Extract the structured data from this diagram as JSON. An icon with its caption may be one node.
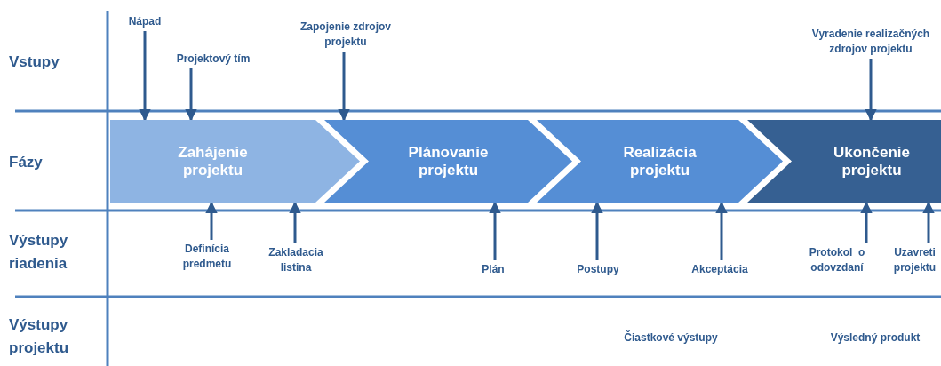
{
  "diagram": {
    "nodes": [
      {
        "text": [
          "Zahájenie projektu"
        ]
      },
      {
        "text": [
          "Plánovanie projektu"
        ]
      },
      {
        "text": [
          "Realizácia projektu"
        ]
      },
      {
        "text": [
          "Ukončenie projektu"
        ]
      },
      {
        "text": [
          "Nápad"
        ]
      },
      {
        "text": [
          "Projektový tím"
        ]
      },
      {
        "text": [
          "Zapojenie zdrojov projektu"
        ]
      },
      {
        "text": [
          "Vyradenie realizačných zdrojov projektu"
        ]
      },
      {
        "text": [
          "Definícia predmetu"
        ]
      },
      {
        "text": [
          "Zakladacia listina"
        ]
      },
      {
        "text": [
          "Plán"
        ]
      },
      {
        "text": [
          "Postupy"
        ]
      },
      {
        "text": [
          "Akceptácia"
        ]
      },
      {
        "text": [
          "Protokol  o odovzdaní"
        ]
      },
      {
        "text": [
          "Uzavreti projektu"
        ]
      }
    ],
    "edges": [
      {
        "from": 4,
        "to": 0,
        "arrow": "to"
      },
      {
        "from": 5,
        "to": 0,
        "arrow": "to"
      },
      {
        "from": 6,
        "to": 1,
        "arrow": "to"
      },
      {
        "from": 7,
        "to": 3,
        "arrow": "to"
      },
      {
        "from": 8,
        "to": 0,
        "arrow": "to"
      },
      {
        "from": 9,
        "to": 0,
        "arrow": "to"
      },
      {
        "from": 10,
        "to": 1,
        "arrow": "to"
      },
      {
        "from": 11,
        "to": 2,
        "arrow": "to"
      },
      {
        "from": 12,
        "to": 2,
        "arrow": "to"
      },
      {
        "from": 13,
        "to": 3,
        "arrow": "to"
      },
      {
        "from": 14,
        "to": 3,
        "arrow": "to"
      }
    ],
    "labels": [
      "Vstupy",
      "Fázy",
      "Výstupy riadenia",
      "Výstupy projektu",
      "Čiastkové výstupy",
      "Výsledný produkt"
    ]
  }
}
